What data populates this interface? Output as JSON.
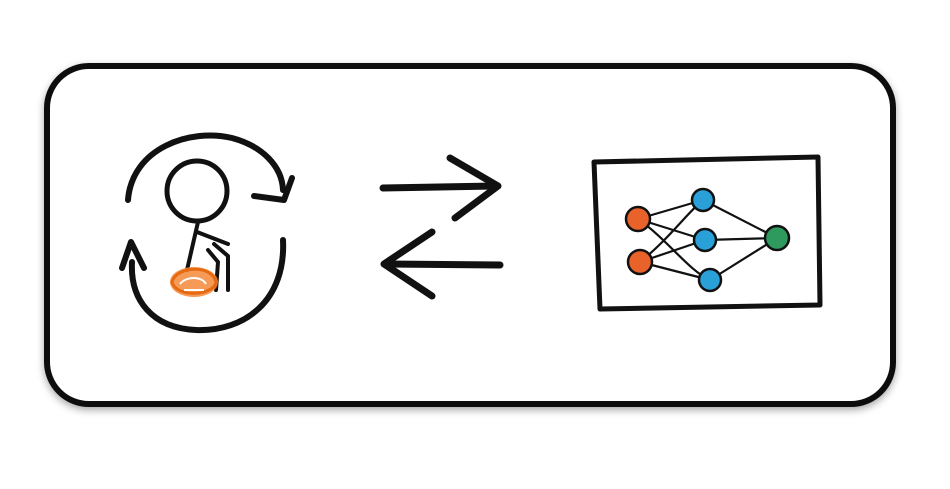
{
  "diagram": {
    "colors": {
      "ink": "#111111",
      "accent_orange": "#f07820",
      "node_input": "#e8622a",
      "node_hidden": "#2aa0d8",
      "node_output": "#2e9a5e"
    },
    "left_icon": "person-in-loop-icon",
    "middle_icon": "bidirectional-arrows-icon",
    "right_icon": "neural-network-icon",
    "network": {
      "input_nodes": 2,
      "hidden_nodes": 3,
      "output_nodes": 1
    }
  }
}
